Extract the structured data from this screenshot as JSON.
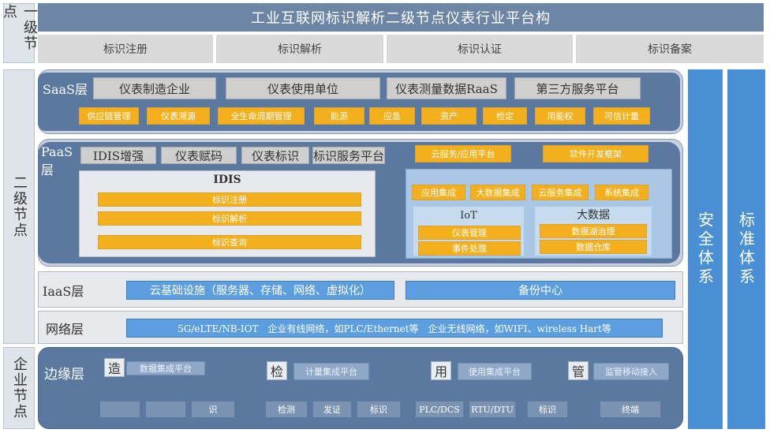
{
  "side": {
    "top": "一级节点",
    "middle": "二级节点",
    "bottom": "企业节点"
  },
  "header": {
    "title": "工业互联网标识解析二级节点仪表行业平台构",
    "tabs": [
      "标识注册",
      "标识解析",
      "标识认证",
      "标识备案"
    ]
  },
  "saas": {
    "label": "SaaS层",
    "row1": [
      "仪表制造企业",
      "仪表使用单位",
      "仪表测量数据RaaS",
      "第三方服务平台"
    ],
    "row2": [
      "供应链管理",
      "仪表溯源",
      "全生命周期管理",
      "能源",
      "应急",
      "资产",
      "检定",
      "用能权",
      "可信计量"
    ]
  },
  "paas": {
    "label": "PaaS层",
    "row1": [
      "IDIS增强",
      "仪表赋码",
      "仪表标识",
      "标识服务平台"
    ],
    "idis_title": "IDIS",
    "idis_items": [
      "标识注册",
      "标识解析",
      "标识查询"
    ],
    "top_right": [
      "云服务/应用平台",
      "软件开发框架"
    ],
    "integrations": [
      "应用集成",
      "大数据集成",
      "云服务集成",
      "系统集成"
    ],
    "iot_title": "IoT",
    "iot_items": [
      "仪表管理",
      "事件处理"
    ],
    "bigdata_title": "大数据",
    "bigdata_items": [
      "数据湖治理",
      "数据仓库"
    ]
  },
  "iaas": {
    "label": "IaaS层",
    "infra": "云基础设施（服务器、存储、网络、虚拟化）",
    "backup": "备份中心"
  },
  "network": {
    "label": "网络层",
    "content": "5G/eLTE/NB-IOT　企业有线网络，如PLC/Ethernet等　企业无线网络，如WIFI、wireless Hart等"
  },
  "edge": {
    "label": "边缘层",
    "groups": [
      {
        "char": "造",
        "platform": "数据集成平台",
        "leaves": [
          "",
          "",
          "识"
        ]
      },
      {
        "char": "检",
        "platform": "计量集成平台",
        "leaves": [
          "检测",
          "发证",
          "标识"
        ]
      },
      {
        "char": "用",
        "platform": "使用集成平台",
        "leaves": [
          "PLC/DCS",
          "RTU/DTU",
          "标识"
        ]
      },
      {
        "char": "管",
        "platform": "监管移动接入",
        "leaves": [
          "终端"
        ]
      }
    ]
  },
  "right": {
    "security": "安全体系",
    "standard": "标准体系"
  },
  "colors": {
    "band": "#5b78a0",
    "orange": "#f3b01c",
    "blue": "#5d9ee0",
    "vertical": "#4a8ed3"
  }
}
